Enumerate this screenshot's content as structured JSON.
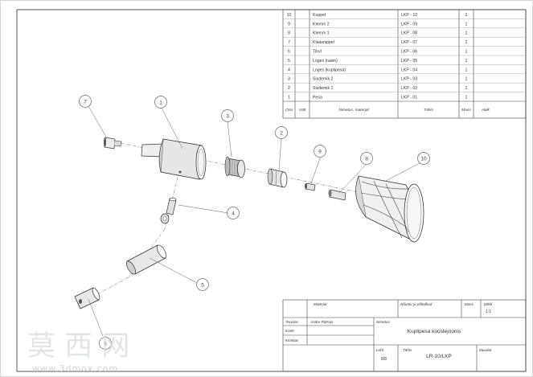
{
  "bom": {
    "rows": [
      {
        "no": "10",
        "name": "Kuppel",
        "code": "LKP - 10",
        "qty": "1"
      },
      {
        "no": "9",
        "name": "Klemm 2",
        "code": "LKP - 09",
        "qty": "1"
      },
      {
        "no": "8",
        "name": "Klemm 1",
        "code": "LKP - 08",
        "qty": "1"
      },
      {
        "no": "7",
        "name": "Klaasnippel",
        "code": "LKP - 07",
        "qty": "1"
      },
      {
        "no": "6",
        "name": "Tihvt",
        "code": "LKP - 06",
        "qty": "1"
      },
      {
        "no": "5",
        "name": "Loges (raam)",
        "code": "LKP - 05",
        "qty": "1"
      },
      {
        "no": "4",
        "name": "Loges (kuplipesa)",
        "code": "LKP - 04",
        "qty": "1"
      },
      {
        "no": "3",
        "name": "Sisdemik 2",
        "code": "LKP - 03",
        "qty": "1"
      },
      {
        "no": "2",
        "name": "Sisdemik 1",
        "code": "LKP - 02",
        "qty": "1"
      },
      {
        "no": "1",
        "name": "Pesa",
        "code": "LKP - 01",
        "qty": "1"
      }
    ],
    "headers": {
      "pos": "Osa",
      "qty": "Vält",
      "name": "Nimetus, materjal",
      "code": "Tähis",
      "mass": "Mass",
      "note": "Holk"
    }
  },
  "title_block": {
    "material_label": "Materjal",
    "title_label": "Nõutav ja põltalbud",
    "mass_label": "Mass",
    "scale_label": "Mõõt",
    "scale": "1:1",
    "drawn_label": "Teostas",
    "drawn_by": "Andre Rätsep",
    "checked_label": "Kontr.",
    "approved_label": "Kinnitas",
    "name_label": "Nimetus",
    "drawing_title": "Kuplipesa koostejoonis",
    "sheet_label": "Leht",
    "sheet": "8/8",
    "code_label": "Tähis",
    "drawing_code": "LR-10/LKP",
    "changes_label": "Muudat"
  },
  "balloons": [
    "1",
    "2",
    "3",
    "4",
    "5",
    "6",
    "7",
    "8",
    "9",
    "10"
  ],
  "watermark": {
    "text": "莫 西 网",
    "url": "www.3dmox.com"
  }
}
